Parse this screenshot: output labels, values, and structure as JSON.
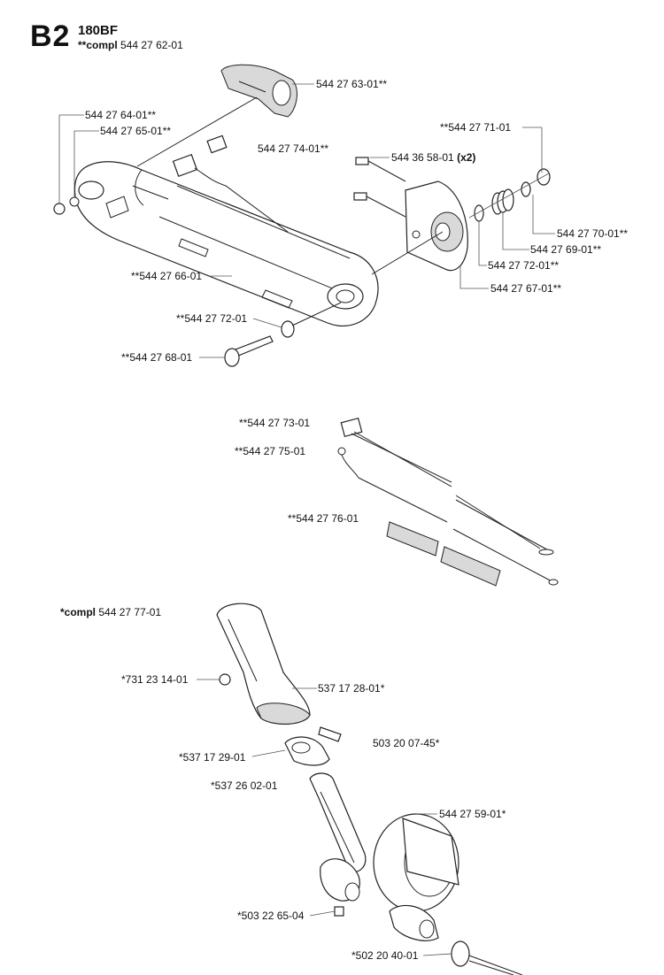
{
  "header": {
    "section_code": "B2",
    "model": "180BF",
    "compl_prefix": "**compl",
    "compl_part": "544 27 62-01"
  },
  "labels": {
    "p_544276301": "544 27 63-01**",
    "p_544276401": "544 27 64-01**",
    "p_544276501": "544 27 65-01**",
    "p_544277401": "544 27 74-01**",
    "p_544277101": "**544 27 71-01",
    "p_544365801": "544 36 58-01",
    "p_544365801_qty": "(x2)",
    "p_544277001": "544 27 70-01**",
    "p_544276901": "544 27 69-01**",
    "p_544277201a": "544 27 72-01**",
    "p_544276701": "544 27 67-01**",
    "p_544276601": "**544 27 66-01",
    "p_544277201b": "**544 27 72-01",
    "p_544276801": "**544 27 68-01",
    "p_544277301": "**544 27 73-01",
    "p_544277501": "**544 27 75-01",
    "p_544277601": "**544 27 76-01",
    "compl2_prefix": "*compl",
    "compl2_part": "544 27 77-01",
    "p_731231401": "*731 23 14-01",
    "p_537172801": "537 17 28-01*",
    "p_503200745": "503 20 07-45*",
    "p_537172901": "*537 17 29-01",
    "p_537260201": "*537 26 02-01",
    "p_544275901": "544 27 59-01*",
    "p_503226504": "*503 22 65-04",
    "p_502204001": "*502 20 40-01"
  }
}
